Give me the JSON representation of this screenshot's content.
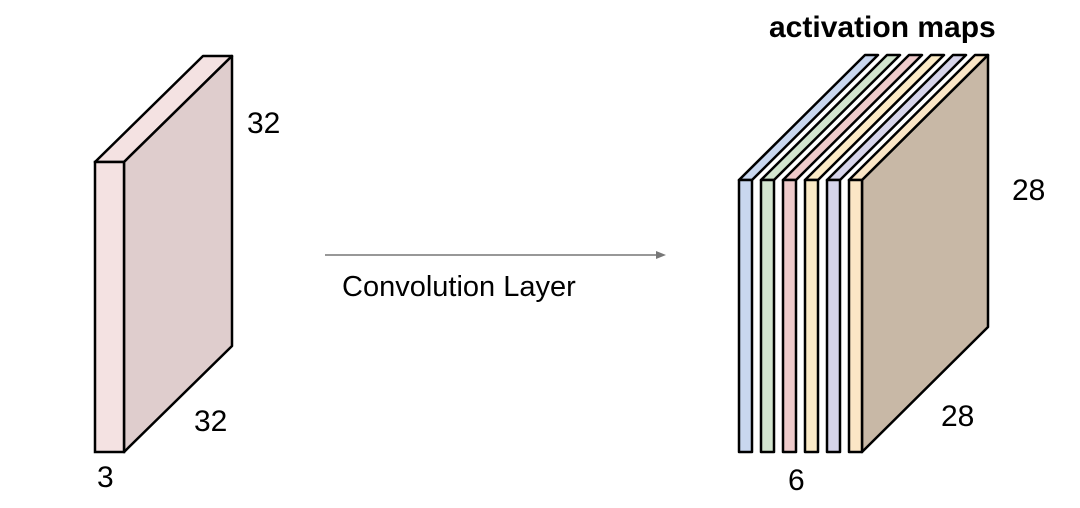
{
  "input_volume": {
    "height_label": "32",
    "width_label": "32",
    "depth_label": "3",
    "front_color": "#f4e2e2",
    "side_color": "#dfcdcd",
    "top_color": "#f4e2e2"
  },
  "operation": {
    "label": "Convolution Layer",
    "arrow_color": "#777777"
  },
  "output_volume": {
    "title": "activation maps",
    "height_label": "28",
    "width_label": "28",
    "depth_label": "6",
    "back_side_color": "#c8b8a6",
    "slice_colors": [
      "#c9d7ef",
      "#d3e5cf",
      "#eecaca",
      "#fbeac6",
      "#d6d4ea",
      "#fbe6c6"
    ]
  }
}
